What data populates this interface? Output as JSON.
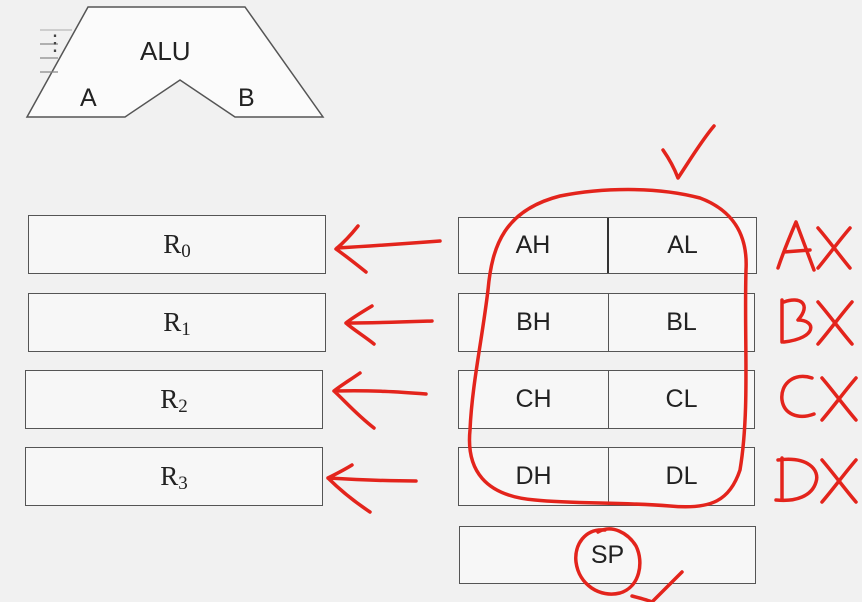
{
  "alu": {
    "title": "ALU",
    "input_a": "A",
    "input_b": "B"
  },
  "general_registers": [
    {
      "base": "R",
      "index": "0"
    },
    {
      "base": "R",
      "index": "1"
    },
    {
      "base": "R",
      "index": "2"
    },
    {
      "base": "R",
      "index": "3"
    }
  ],
  "x86_registers": [
    {
      "high": "AH",
      "low": "AL",
      "annotation": "AX"
    },
    {
      "high": "BH",
      "low": "BL",
      "annotation": "BX"
    },
    {
      "high": "CH",
      "low": "CL",
      "annotation": "CX"
    },
    {
      "high": "DH",
      "low": "DL",
      "annotation": "DX"
    }
  ],
  "stack_pointer": "SP",
  "colors": {
    "ink": "#e3241c",
    "border": "#555555",
    "box_fill": "#f7f7f7",
    "background": "#f1f1f1"
  }
}
